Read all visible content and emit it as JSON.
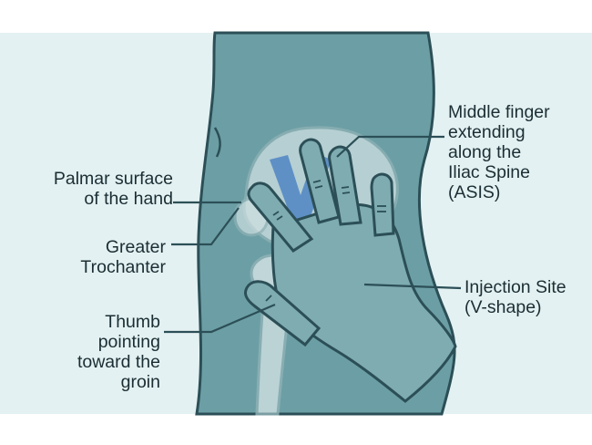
{
  "colors": {
    "panel": "#e3f1f2",
    "body_fill": "#6c9fa5",
    "body_stroke": "#2c4f57",
    "hand_fill": "#7eacb1",
    "bone": "#cfe0e1",
    "v_zone": "#4f85c4",
    "text": "#1b2e33",
    "leader": "#2c4f57"
  },
  "labels": {
    "palmar": {
      "lines": [
        "Palmar surface",
        "of the hand"
      ]
    },
    "trochanter": {
      "lines": [
        "Greater",
        "Trochanter"
      ]
    },
    "thumb": {
      "lines": [
        "Thumb",
        "pointing",
        "toward the",
        "groin"
      ]
    },
    "middle_finger": {
      "lines": [
        "Middle finger",
        "extending",
        "along the",
        "Iliac Spine",
        "(ASIS)"
      ]
    },
    "injection": {
      "lines": [
        "Injection Site",
        "(V-shape)"
      ]
    }
  }
}
